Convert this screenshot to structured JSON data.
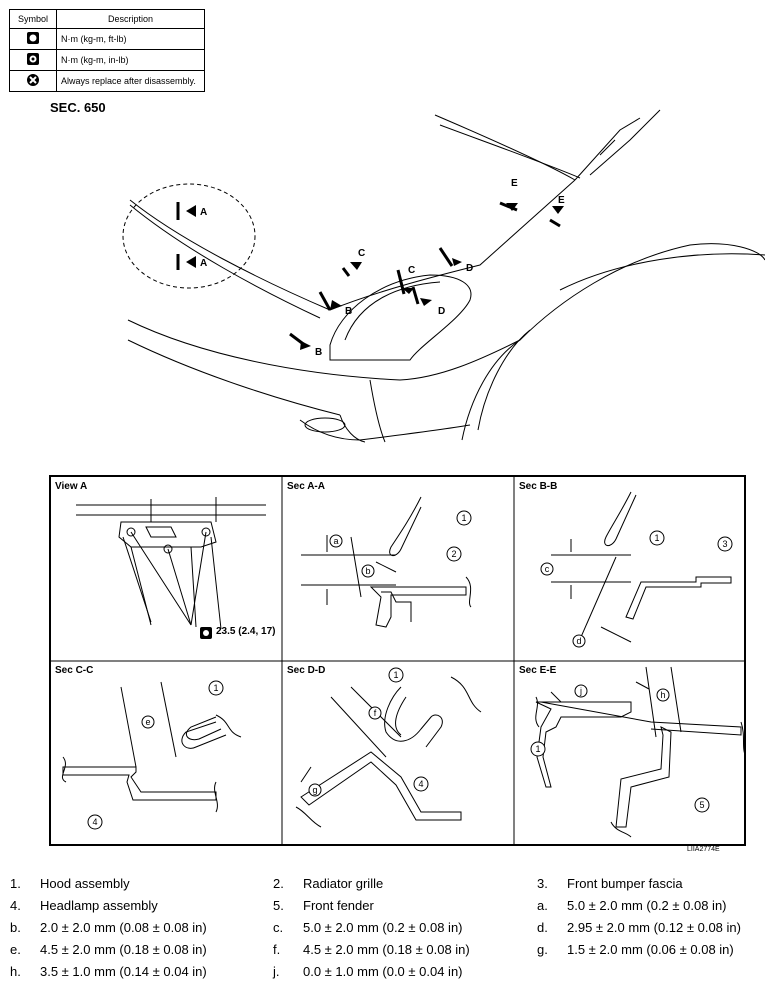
{
  "symbol_table": {
    "header_symbol": "Symbol",
    "header_description": "Description",
    "rows": [
      {
        "icon": "torque-ft-lb-icon",
        "description": "N·m (kg-m, ft-lb)"
      },
      {
        "icon": "torque-in-lb-icon",
        "description": "N·m (kg-m, in-lb)"
      },
      {
        "icon": "replace-icon",
        "description": "Always replace after disassembly."
      }
    ]
  },
  "section_label": "SEC. 650",
  "arrow_labels": {
    "a": "A",
    "b": "B",
    "c": "C",
    "d": "D",
    "e": "E"
  },
  "panels": {
    "view_a": "View A",
    "sec_aa": "Sec A-A",
    "sec_bb": "Sec B-B",
    "sec_cc": "Sec C-C",
    "sec_dd": "Sec D-D",
    "sec_ee": "Sec E-E"
  },
  "torque_value": "23.5 (2.4, 17)",
  "callouts": {
    "n1": "1",
    "n2": "2",
    "n3": "3",
    "n4": "4",
    "n5": "5",
    "la": "a",
    "lb": "b",
    "lc": "c",
    "ld": "d",
    "le": "e",
    "lf": "f",
    "lg": "g",
    "lh": "h",
    "lj": "j"
  },
  "figure_code": "LIIA2774E",
  "legend": [
    {
      "key": "1.",
      "text": "Hood assembly"
    },
    {
      "key": "2.",
      "text": "Radiator grille"
    },
    {
      "key": "3.",
      "text": "Front bumper fascia"
    },
    {
      "key": "4.",
      "text": "Headlamp assembly"
    },
    {
      "key": "5.",
      "text": "Front fender"
    },
    {
      "key": "a.",
      "text": "5.0 ±  2.0 mm (0.2 ± 0.08 in)"
    },
    {
      "key": "b.",
      "text": "2.0 ±  2.0 mm (0.08 ± 0.08 in)"
    },
    {
      "key": "c.",
      "text": "5.0 ±  2.0 mm (0.2 ± 0.08 in)"
    },
    {
      "key": "d.",
      "text": "2.95 ±  2.0 mm (0.12 ± 0.08 in)"
    },
    {
      "key": "e.",
      "text": "4.5 ±  2.0 mm (0.18 ± 0.08 in)"
    },
    {
      "key": "f.",
      "text": "4.5 ±  2.0 mm (0.18 ± 0.08 in)"
    },
    {
      "key": "g.",
      "text": "1.5 ±  2.0 mm (0.06 ± 0.08 in)"
    },
    {
      "key": "h.",
      "text": "3.5 ± 1.0 mm (0.14 ± 0.04 in)"
    },
    {
      "key": "j.",
      "text": "0.0 ±  1.0 mm (0.0 ± 0.04 in)"
    }
  ]
}
